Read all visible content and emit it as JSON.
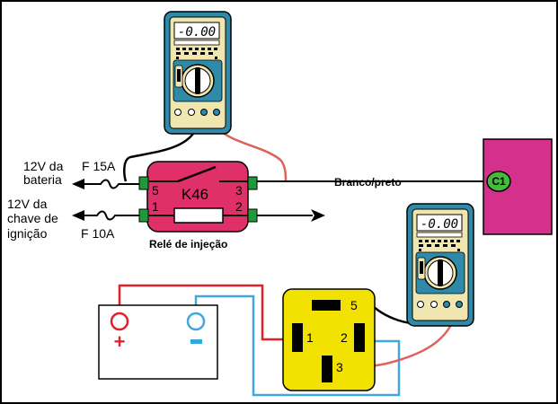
{
  "labels": {
    "battery_line1": "12V da",
    "battery_line2": "bateria",
    "ignition_line1": "12V da",
    "ignition_line2": "chave de",
    "ignition_line3": "ignição",
    "fuse_15": "F 15A",
    "fuse_10": "F 10A",
    "relay_caption": "Relé de injeção",
    "wire_label": "Branco/preto"
  },
  "relay": {
    "name": "K46",
    "pin_5": "5",
    "pin_1": "1",
    "pin_3": "3",
    "pin_2": "2"
  },
  "connector": {
    "name": "C1"
  },
  "multimeter_top": {
    "display": "-0.00"
  },
  "multimeter_bottom": {
    "display": "-0.00"
  },
  "battery": {
    "plus": "+",
    "minus": "-"
  },
  "socket": {
    "pin_5": "5",
    "pin_1": "1",
    "pin_2": "2",
    "pin_3": "3"
  },
  "colors": {
    "relay_body": "#e0306a",
    "relay_terminal": "#1f9a3a",
    "connector_body": "#d3318b",
    "connector_c1": "#44bb3a",
    "socket_body": "#f2e200",
    "meter_body": "#2e8aa8",
    "meter_bezel": "#f0e6b0",
    "wire_red": "#e0605a",
    "wire_blue": "#42a8dc",
    "battery_plus": "#e0202a",
    "battery_minus": "#30a8e0"
  }
}
